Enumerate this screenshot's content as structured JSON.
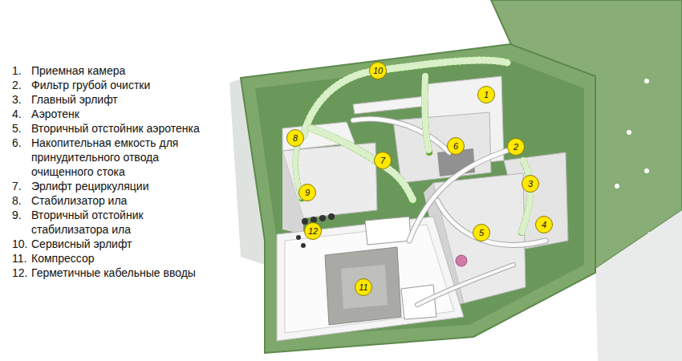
{
  "diagram": {
    "nodes": [
      {
        "text": [
          "10"
        ]
      },
      {
        "text": [
          "1"
        ]
      },
      {
        "text": [
          "8"
        ]
      },
      {
        "text": [
          "6"
        ]
      },
      {
        "text": [
          "2"
        ]
      },
      {
        "text": [
          "7"
        ]
      },
      {
        "text": [
          "3"
        ]
      },
      {
        "text": [
          "9"
        ]
      },
      {
        "text": [
          "4"
        ]
      },
      {
        "text": [
          "12"
        ]
      },
      {
        "text": [
          "5"
        ]
      },
      {
        "text": [
          "11"
        ]
      }
    ],
    "labels": [
      "1.",
      "Приемная камера",
      "2.",
      "Фильтр грубой очистки",
      "3.",
      "Главный эрлифт",
      "4.",
      "Аэротенк",
      "5.",
      "Вторичный отстойник аэротенка",
      "6.",
      "Накопительная емкость для принудительного отвода очищенного стока",
      "7.",
      "Эрлифт рециркуляции",
      "8.",
      "Стабилизатор ила",
      "9.",
      "Вторичный отстойник стабилизатора ила",
      "10.",
      "Сервисный эрлифт",
      "11.",
      "Компрессор",
      "12.",
      "Герметичные кабельные вводы"
    ]
  }
}
